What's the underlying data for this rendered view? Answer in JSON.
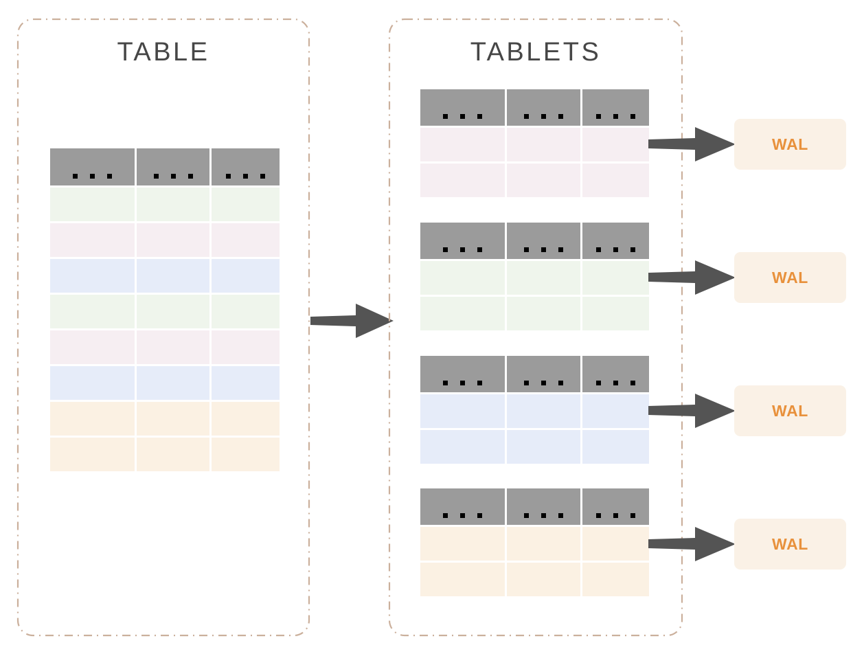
{
  "diagram": {
    "title_left": "TABLE",
    "title_right": "TABLETS",
    "colors": {
      "panel_border": "#cbb09c",
      "header_gray": "#9b9b9b",
      "arrow_gray": "#545454",
      "wal_background": "#faf1e6",
      "wal_text": "#e8913c",
      "title_text": "#464646",
      "row_green": "#eff5ec",
      "row_pink": "#f6eef2",
      "row_blue": "#e6ecf9",
      "row_orange": "#fbf1e3",
      "page_background": "#ffffff"
    }
  },
  "panels": {
    "left": {
      "name": "TABLE",
      "title": "TABLE"
    },
    "right": {
      "name": "TABLETS",
      "title": "TABLETS"
    }
  },
  "main_table": {
    "columns": 3,
    "header_cells": [
      "...",
      "...",
      "..."
    ],
    "header_dot_glyph": "▪",
    "rows": [
      {
        "index": 1,
        "color": "#eff5ec",
        "color_name": "green"
      },
      {
        "index": 2,
        "color": "#f6eef2",
        "color_name": "pink"
      },
      {
        "index": 3,
        "color": "#e6ecf9",
        "color_name": "blue"
      },
      {
        "index": 4,
        "color": "#eff5ec",
        "color_name": "green"
      },
      {
        "index": 5,
        "color": "#f6eef2",
        "color_name": "pink"
      },
      {
        "index": 6,
        "color": "#e6ecf9",
        "color_name": "blue"
      },
      {
        "index": 7,
        "color": "#fbf1e3",
        "color_name": "orange"
      },
      {
        "index": 8,
        "color": "#fbf1e3",
        "color_name": "orange"
      }
    ]
  },
  "tablets": [
    {
      "index": 1,
      "header_cells": [
        "...",
        "...",
        "..."
      ],
      "row_color": "#f6eef2",
      "row_color_name": "pink",
      "row_count": 2,
      "wal_label": "WAL"
    },
    {
      "index": 2,
      "header_cells": [
        "...",
        "...",
        "..."
      ],
      "row_color": "#eff5ec",
      "row_color_name": "green",
      "row_count": 2,
      "wal_label": "WAL"
    },
    {
      "index": 3,
      "header_cells": [
        "...",
        "...",
        "..."
      ],
      "row_color": "#e6ecf9",
      "row_color_name": "blue",
      "row_count": 2,
      "wal_label": "WAL"
    },
    {
      "index": 4,
      "header_cells": [
        "...",
        "...",
        "..."
      ],
      "row_color": "#fbf1e3",
      "row_color_name": "orange",
      "row_count": 2,
      "wal_label": "WAL"
    }
  ],
  "wal_boxes": [
    {
      "index": 1,
      "label": "WAL"
    },
    {
      "index": 2,
      "label": "WAL"
    },
    {
      "index": 3,
      "label": "WAL"
    },
    {
      "index": 4,
      "label": "WAL"
    }
  ],
  "arrows": {
    "main": {
      "from": "TABLE",
      "to": "TABLETS",
      "direction": "right"
    },
    "to_wal": [
      {
        "from": "tablet-1",
        "to": "wal-1",
        "direction": "right"
      },
      {
        "from": "tablet-2",
        "to": "wal-2",
        "direction": "right"
      },
      {
        "from": "tablet-3",
        "to": "wal-3",
        "direction": "right"
      },
      {
        "from": "tablet-4",
        "to": "wal-4",
        "direction": "right"
      }
    ]
  }
}
